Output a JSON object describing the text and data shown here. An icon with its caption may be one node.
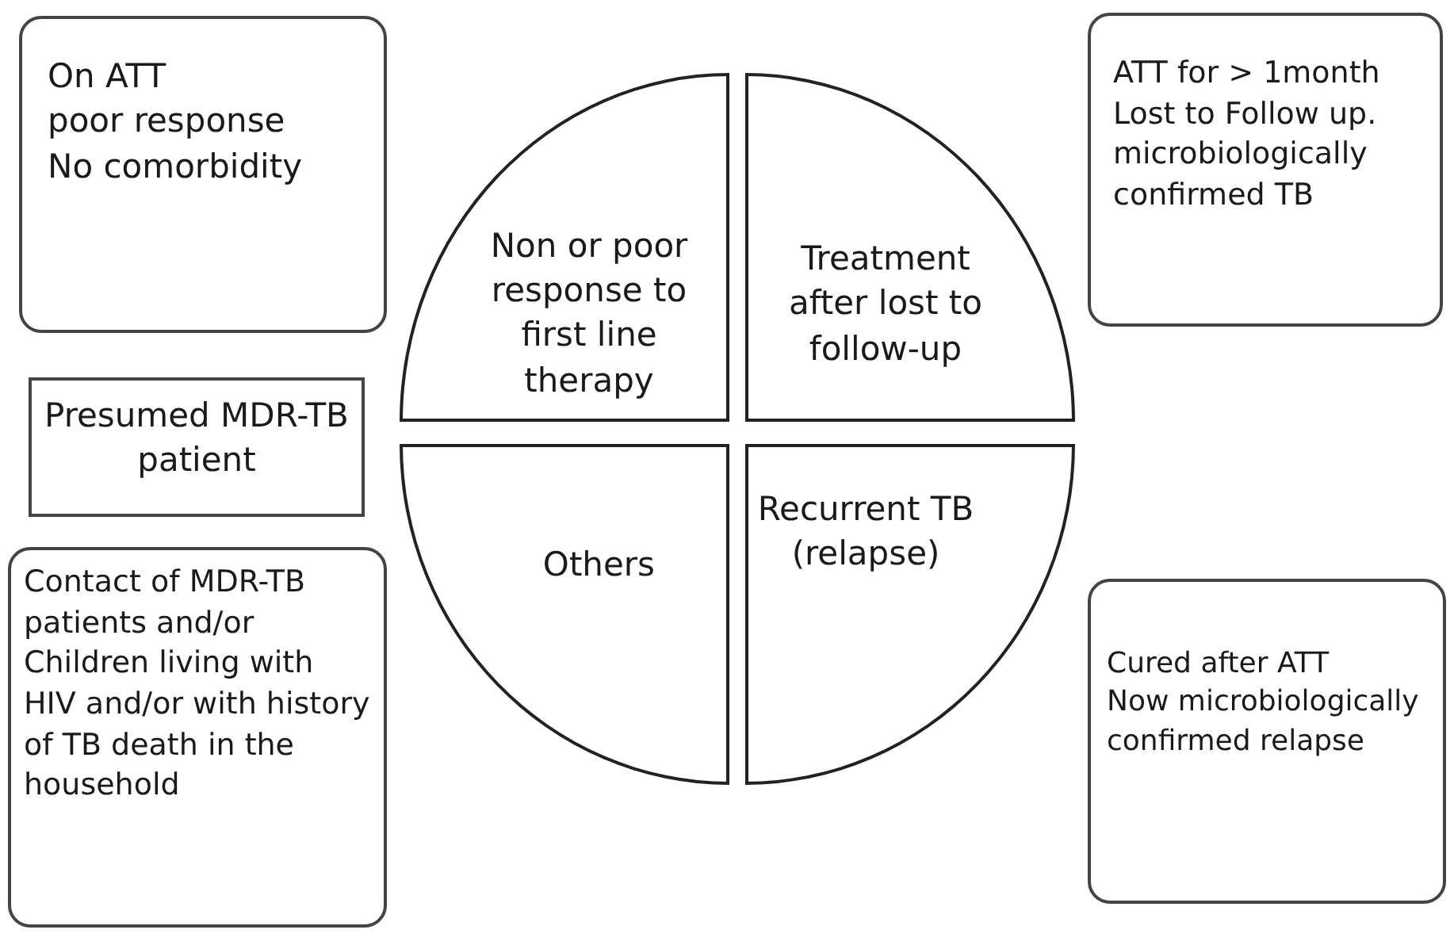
{
  "diagram": {
    "nodes": [
      {
        "text": [
          "On ATT",
          "poor response",
          "No comorbidity"
        ]
      },
      {
        "text": [
          "Non or poor response to first line therapy"
        ]
      },
      {
        "text": [
          "Treatment after lost to follow-up"
        ]
      },
      {
        "text": [
          "ATT for > 1month",
          "Lost to Follow up.",
          "microbiologically confirmed TB"
        ]
      },
      {
        "text": [
          "Presumed MDR-TB patient"
        ]
      },
      {
        "text": [
          "Others"
        ]
      },
      {
        "text": [
          "Recurrent TB (relapse)"
        ]
      },
      {
        "text": [
          "Contact of MDR-TB patients and/or Children living with HIV and/or with history of TB death in the household"
        ]
      },
      {
        "text": [
          "Cured after ATT",
          "Now microbiologically confirmed relapse"
        ]
      }
    ],
    "edges": []
  }
}
